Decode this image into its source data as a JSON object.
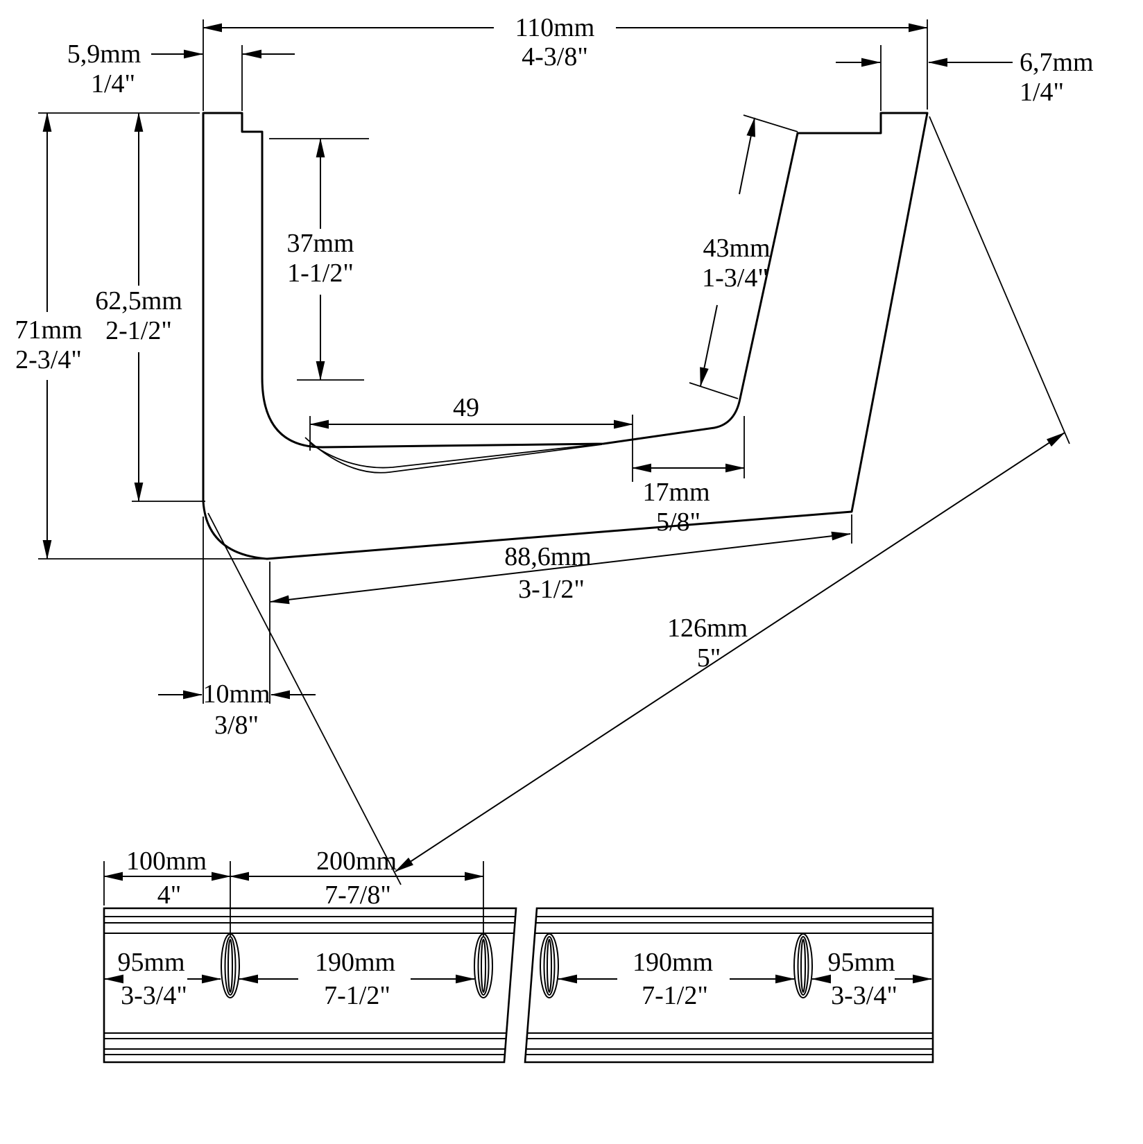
{
  "profile": {
    "width_top": {
      "mm": "110mm",
      "inch": "4-3/8\""
    },
    "lip_left": {
      "mm": "5,9mm",
      "inch": "1/4\""
    },
    "lip_right": {
      "mm": "6,7mm",
      "inch": "1/4\""
    },
    "height_total": {
      "mm": "71mm",
      "inch": "2-3/4\""
    },
    "height_back": {
      "mm": "62,5mm",
      "inch": "2-1/2\""
    },
    "channel_depth_front": {
      "mm": "37mm",
      "inch": "1-1/2\""
    },
    "channel_depth_back": {
      "mm": "43mm",
      "inch": "1-3/4\""
    },
    "channel_floor_width": {
      "mm": "49",
      "inch": ""
    },
    "floor_extension": {
      "mm": "17mm",
      "inch": "5/8\""
    },
    "bottom_edge": {
      "mm": "88,6mm",
      "inch": "3-1/2\""
    },
    "diagonal": {
      "mm": "126mm",
      "inch": "5\""
    },
    "base_offset": {
      "mm": "10mm",
      "inch": "3/8\""
    }
  },
  "rail": {
    "end_to_hole_top": {
      "mm": "100mm",
      "inch": "4\""
    },
    "hole_pitch_top": {
      "mm": "200mm",
      "inch": "7-7/8\""
    },
    "end_to_hole_left": {
      "mm": "95mm",
      "inch": "3-3/4\""
    },
    "hole_pitch_left": {
      "mm": "190mm",
      "inch": "7-1/2\""
    },
    "hole_pitch_right": {
      "mm": "190mm",
      "inch": "7-1/2\""
    },
    "end_to_hole_right": {
      "mm": "95mm",
      "inch": "3-3/4\""
    }
  }
}
